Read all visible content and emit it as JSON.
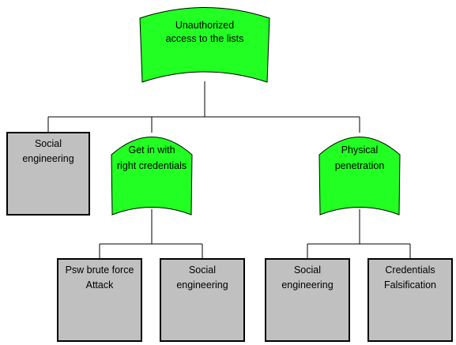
{
  "colors": {
    "gate_fill": "#22ff22",
    "leaf_fill": "#c0c0c0",
    "stroke": "#000000",
    "background": "#ffffff"
  },
  "diagram": {
    "root": {
      "line1": "Unauthorized",
      "line2": "access to the lists"
    },
    "social_engineering_1": {
      "line1": "Social",
      "line2": "engineering"
    },
    "credentials_gate": {
      "line1": "Get in with",
      "line2": "right credentials"
    },
    "physical_gate": {
      "line1": "Physical",
      "line2": "penetration"
    },
    "psw_brute_force": {
      "line1": "Psw brute force",
      "line2": "Attack"
    },
    "social_engineering_2": {
      "line1": "Social",
      "line2": "engineering"
    },
    "social_engineering_3": {
      "line1": "Social",
      "line2": "engineering"
    },
    "credentials_falsification": {
      "line1": "Credentials",
      "line2": "Falsification"
    }
  }
}
